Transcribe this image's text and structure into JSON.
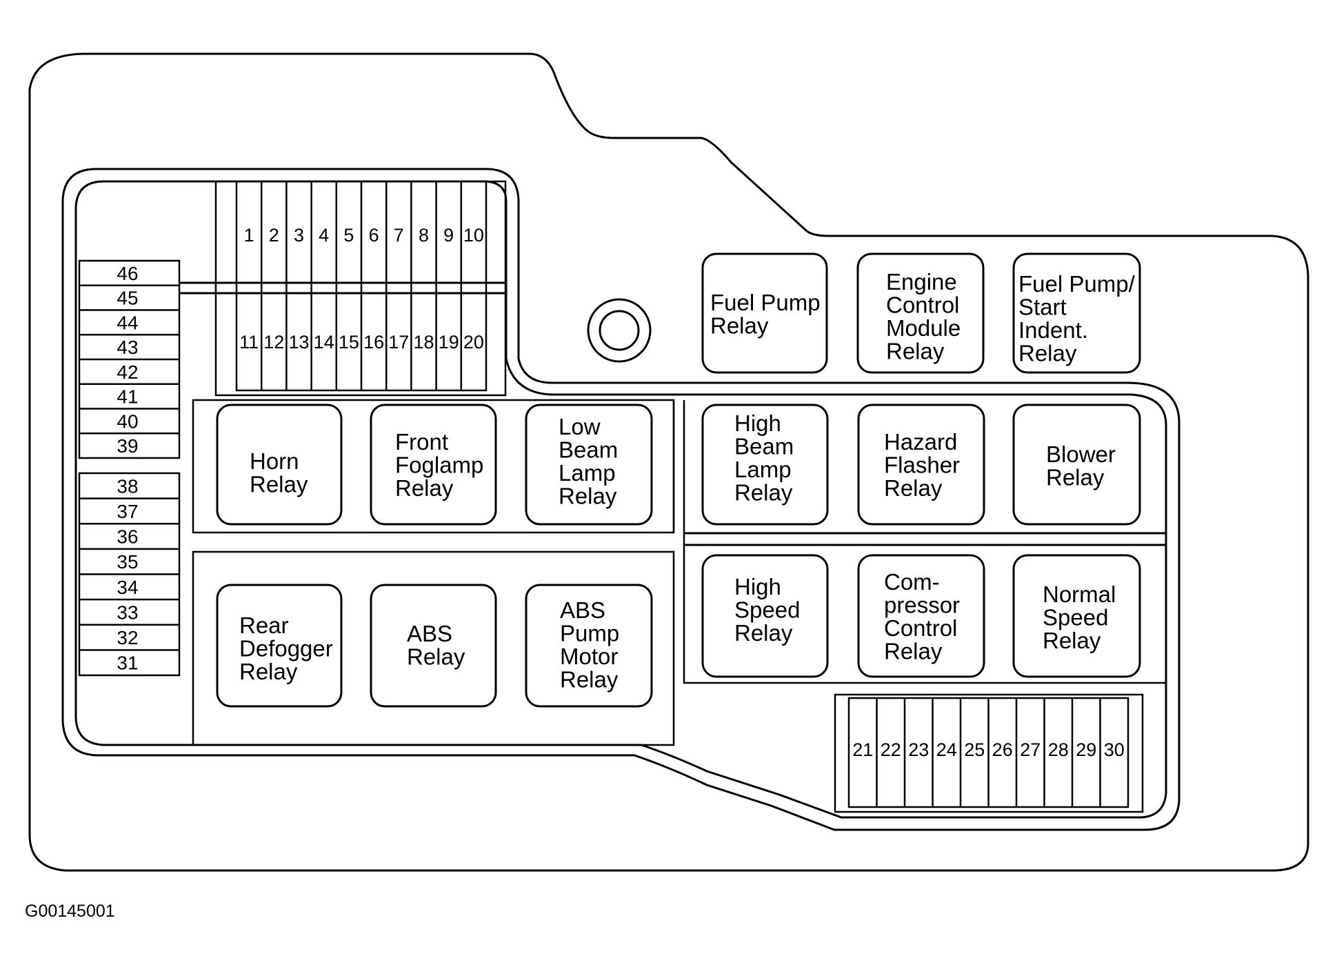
{
  "figure_code": "G00145001",
  "fuses_top_row_a": [
    "1",
    "2",
    "3",
    "4",
    "5",
    "6",
    "7",
    "8",
    "9",
    "10"
  ],
  "fuses_top_row_b": [
    "11",
    "12",
    "13",
    "14",
    "15",
    "16",
    "17",
    "18",
    "19",
    "20"
  ],
  "fuses_bottom_right": [
    "21",
    "22",
    "23",
    "24",
    "25",
    "26",
    "27",
    "28",
    "29",
    "30"
  ],
  "fuses_left_upper": [
    "46",
    "45",
    "44",
    "43",
    "42",
    "41",
    "40",
    "39"
  ],
  "fuses_left_lower": [
    "38",
    "37",
    "36",
    "35",
    "34",
    "33",
    "32",
    "31"
  ],
  "relays": [
    {
      "id": "fuel-pump-relay",
      "lines": [
        "Fuel Pump",
        "Relay"
      ]
    },
    {
      "id": "engine-control-module-relay",
      "lines": [
        "Engine",
        "Control",
        "Module",
        "Relay"
      ]
    },
    {
      "id": "fuel-pump-start-indent-relay",
      "lines": [
        "Fuel Pump/",
        "Start",
        "Indent.",
        "Relay"
      ]
    },
    {
      "id": "horn-relay",
      "lines": [
        "Horn",
        "Relay"
      ]
    },
    {
      "id": "front-foglamp-relay",
      "lines": [
        "Front",
        "Foglamp",
        "Relay"
      ]
    },
    {
      "id": "low-beam-lamp-relay",
      "lines": [
        "Low",
        "Beam",
        "Lamp",
        "Relay"
      ]
    },
    {
      "id": "high-beam-lamp-relay",
      "lines": [
        "High",
        "Beam",
        "Lamp",
        "Relay"
      ]
    },
    {
      "id": "hazard-flasher-relay",
      "lines": [
        "Hazard",
        "Flasher",
        "Relay"
      ]
    },
    {
      "id": "blower-relay",
      "lines": [
        "Blower",
        "Relay"
      ]
    },
    {
      "id": "rear-defogger-relay",
      "lines": [
        "Rear",
        "Defogger",
        "Relay"
      ]
    },
    {
      "id": "abs-relay",
      "lines": [
        "ABS",
        "Relay"
      ]
    },
    {
      "id": "abs-pump-motor-relay",
      "lines": [
        "ABS",
        "Pump",
        "Motor",
        "Relay"
      ]
    },
    {
      "id": "high-speed-relay",
      "lines": [
        "High",
        "Speed",
        "Relay"
      ]
    },
    {
      "id": "compressor-control-relay",
      "lines": [
        "Com-",
        "pressor",
        "Control",
        "Relay"
      ]
    },
    {
      "id": "normal-speed-relay",
      "lines": [
        "Normal",
        "Speed",
        "Relay"
      ]
    }
  ]
}
